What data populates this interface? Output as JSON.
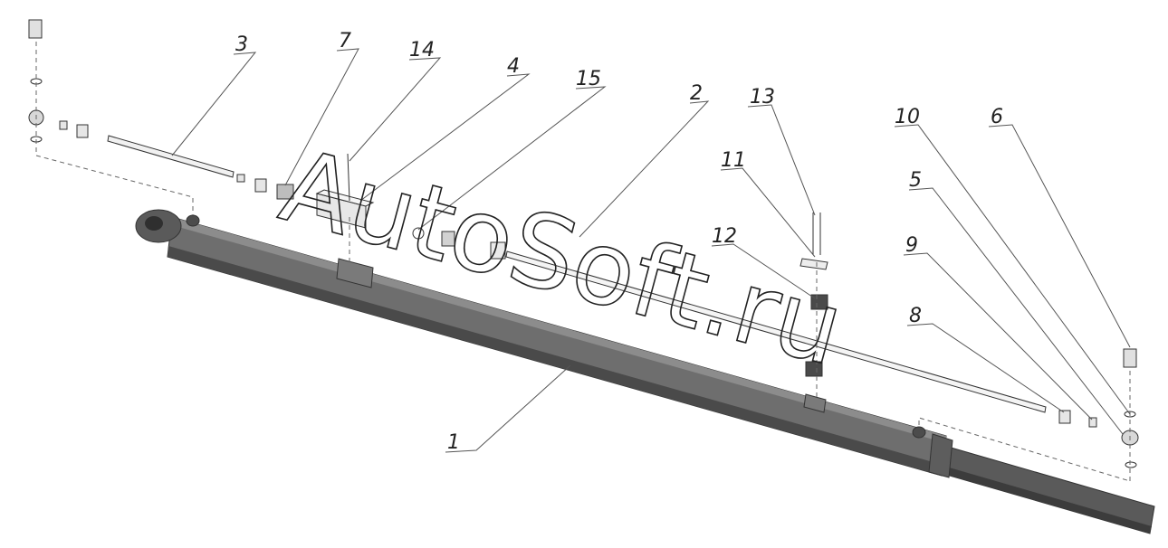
{
  "callouts": [
    "1",
    "2",
    "3",
    "4",
    "5",
    "6",
    "7",
    "8",
    "9",
    "10",
    "11",
    "12",
    "13",
    "14",
    "15"
  ],
  "watermark": "AutoSoft.ru",
  "colors": {
    "body": "#6e6e6e",
    "bodyDark": "#4a4a4a",
    "line": "#555555",
    "text": "#222222"
  }
}
